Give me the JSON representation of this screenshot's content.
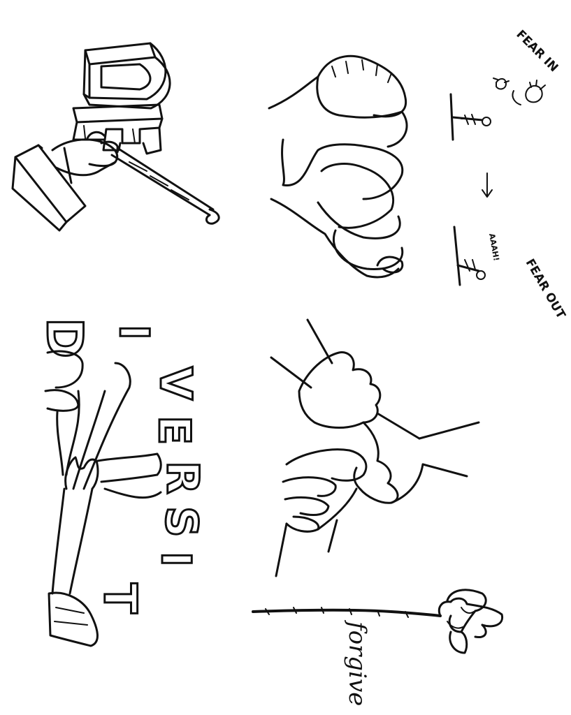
{
  "page": {
    "background": "#ffffff",
    "ink_color": "#111111"
  },
  "panels": {
    "dei": {
      "letters": [
        "D",
        "E",
        "I"
      ]
    },
    "fear": {
      "top_label": "FEAR IN",
      "bottom_label": "FEAR OUT",
      "exclaim": "AAAH!"
    },
    "diversity": {
      "word": "DIVERSITY",
      "letters": [
        "D",
        "I",
        "V",
        "E",
        "R",
        "S",
        "I",
        "T"
      ]
    },
    "forgive": {
      "word": "forgive"
    }
  }
}
